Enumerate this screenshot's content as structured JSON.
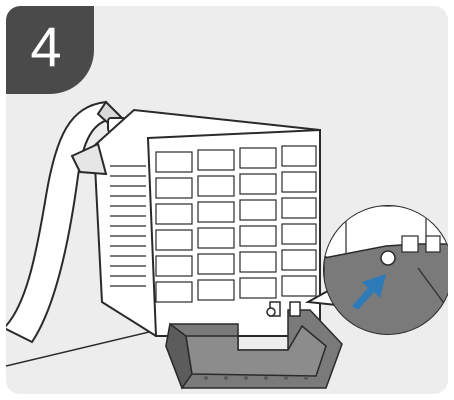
{
  "step": {
    "number": "4"
  },
  "illustration": {
    "subject": "appliance-filter-with-hose",
    "callout": "mounting-bracket-detail",
    "arrow_color": "#2f7ab8",
    "bracket_color": "#7a7a7a"
  }
}
